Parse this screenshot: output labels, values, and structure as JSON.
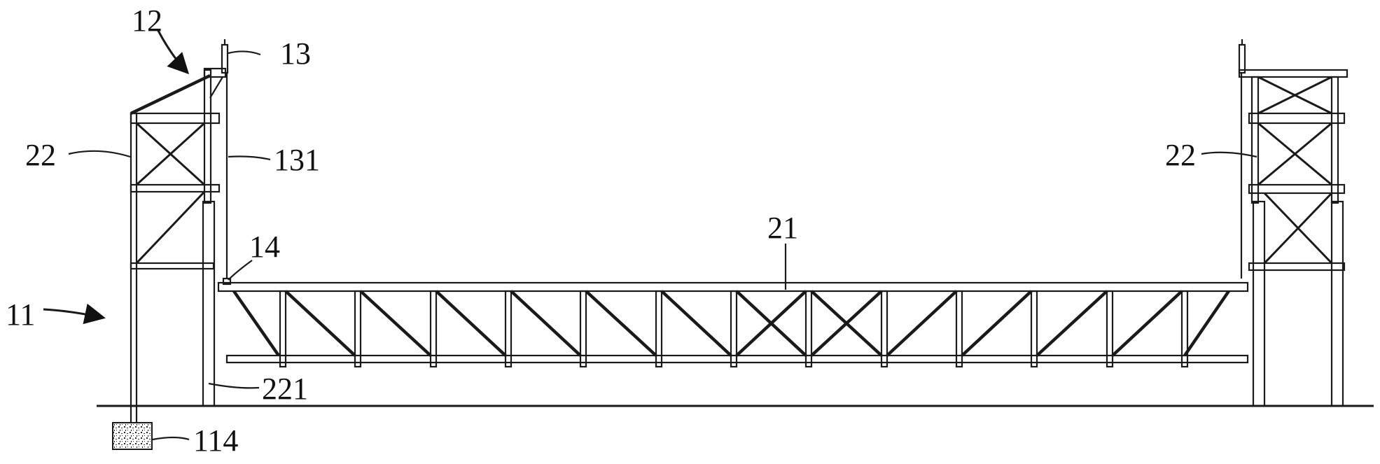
{
  "labels": {
    "l12": "12",
    "l13": "13",
    "l22_left": "22",
    "l131": "131",
    "l22_right": "22",
    "l14": "14",
    "l21": "21",
    "l11": "11",
    "l221": "221",
    "l114": "114"
  },
  "truss": {
    "x_panel_index": [
      6,
      7
    ]
  }
}
